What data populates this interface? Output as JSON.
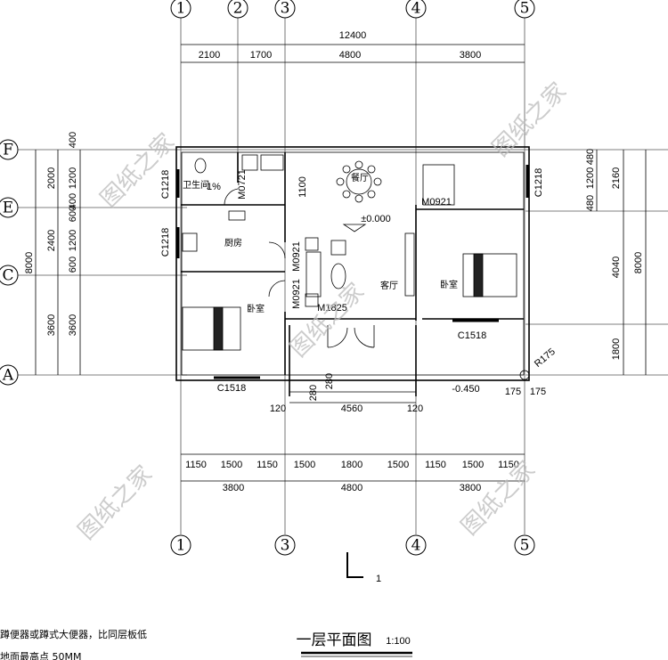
{
  "title": {
    "name": "一层平面图",
    "scale": "1:100"
  },
  "notes": [
    "蹲便器或蹲式大便器，比同层板低",
    "地面最高点 50MM"
  ],
  "section_marker": {
    "letter": "L",
    "number": "1"
  },
  "watermark": "图纸之家",
  "axes_columns": [
    "1",
    "2",
    "3",
    "4",
    "5"
  ],
  "axes_rows": [
    "F",
    "E",
    "C",
    "A"
  ],
  "top_dims": {
    "total": "12400",
    "segments": [
      "2100",
      "1700",
      "4800",
      "3800"
    ]
  },
  "bottom_dims": {
    "detail": [
      "1150",
      "1500",
      "1150",
      "1500",
      "1800",
      "1500",
      "1150",
      "1500",
      "1150"
    ],
    "bays": [
      "3800",
      "4800",
      "3800"
    ],
    "porch": [
      "120",
      "4560",
      "120"
    ]
  },
  "left_dims": {
    "outer": "8000",
    "middle": [
      "2000",
      "2400",
      "3600"
    ],
    "inner": [
      "400",
      "1200",
      "400",
      "600",
      "1200",
      "600",
      "3600"
    ]
  },
  "right_dims": {
    "inner": [
      "480",
      "1200",
      "480"
    ],
    "middle": [
      "2160",
      "4040",
      "1800"
    ],
    "outer": "8000"
  },
  "rooms": {
    "bathroom": "卫生间",
    "slope": "1%",
    "kitchen": "厨房",
    "bedroom_left": "卧室",
    "dining": "餐厅",
    "living": "客厅",
    "bedroom_right": "卧室"
  },
  "openings": {
    "bath_door": "M0721",
    "kitchen_door": "M0921",
    "bedroom_door": "M0921",
    "entry_door": "M1825",
    "bedroom_right_door": "M0921",
    "bath_window": "C1218",
    "kitchen_window": "C1218",
    "bedroom_window": "C1518",
    "bedroom_right_window": "C1518",
    "stair_window": "C1218"
  },
  "misc": {
    "dining_dim": "1100",
    "floor_level": "±0.000",
    "porch_level": "-0.450",
    "step1": "280",
    "step2": "280",
    "column_radius": "R175",
    "col_a": "175",
    "col_b": "175"
  }
}
